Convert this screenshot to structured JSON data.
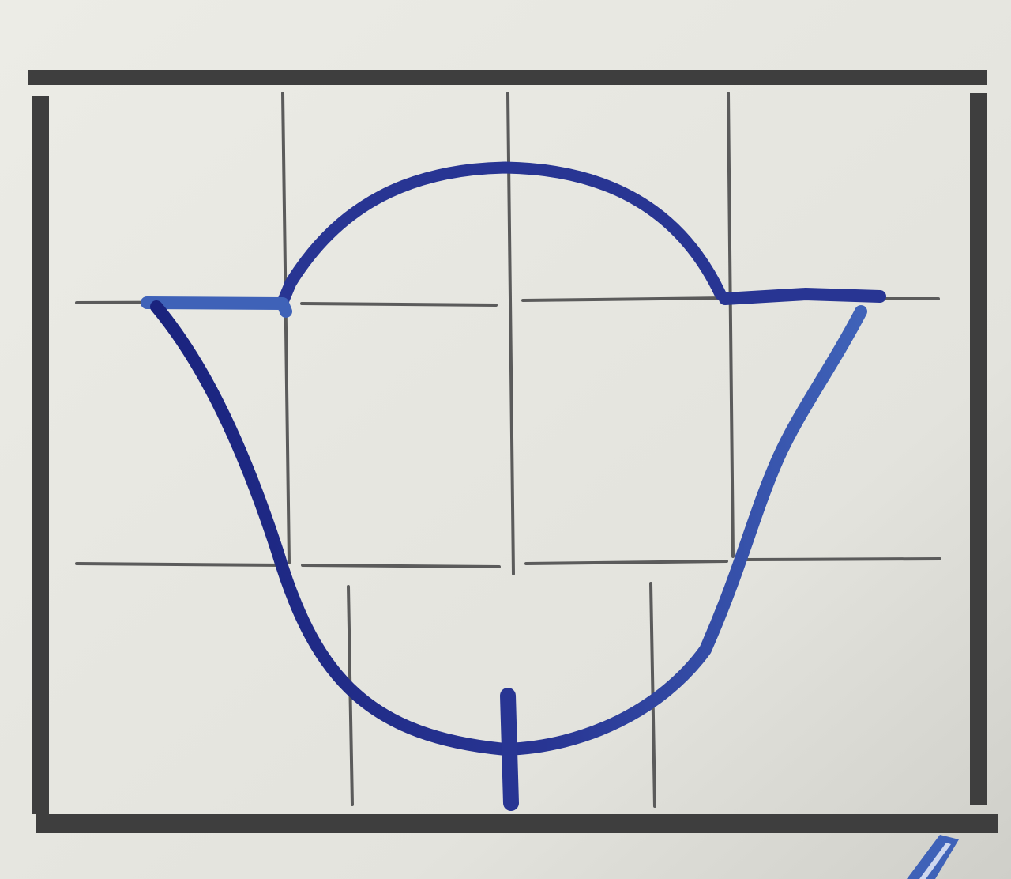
{
  "figure": {
    "type": "hand-drawn tulip figure on a ruled grid",
    "elements": [
      "frame",
      "grid",
      "tulip-cup",
      "tulip-petal-arc",
      "stem"
    ]
  },
  "colors": {
    "paper": "#e7e7e1",
    "paper_shadow": "#d2d2cc",
    "frame": "#3e3e3e",
    "grid": "#5b5b5b",
    "ink_dark": "#1a237e",
    "ink_mid": "#283593",
    "ink_light": "#3f62b8"
  }
}
